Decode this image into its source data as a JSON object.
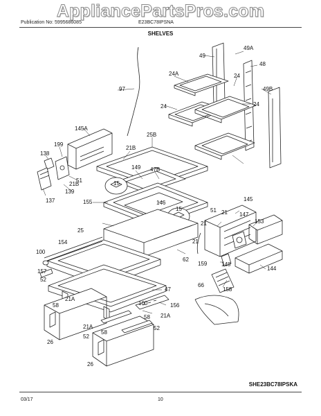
{
  "watermark": "AppliancePartsPros.com",
  "header": {
    "publication": "Publication No: 5995686085",
    "model": "E23BC78IPSNA"
  },
  "section_title": "SHELVES",
  "model_code": "SHE23BC78IPSKA",
  "footer": {
    "date": "03/17",
    "page": "10"
  },
  "callouts": [
    "49",
    "49A",
    "48",
    "24A",
    "24",
    "97",
    "49B",
    "24",
    "24",
    "145A",
    "25B",
    "21B",
    "199",
    "138",
    "51",
    "21B",
    "149",
    "47B",
    "15",
    "139",
    "137",
    "155",
    "146",
    "15",
    "145",
    "21",
    "51",
    "21",
    "147",
    "153",
    "25",
    "21",
    "154",
    "62",
    "100",
    "157",
    "52",
    "159",
    "148",
    "144",
    "66",
    "158",
    "47",
    "21A",
    "58",
    "100",
    "156",
    "58",
    "21A",
    "52",
    "21A",
    "58",
    "52",
    "26",
    "26"
  ]
}
